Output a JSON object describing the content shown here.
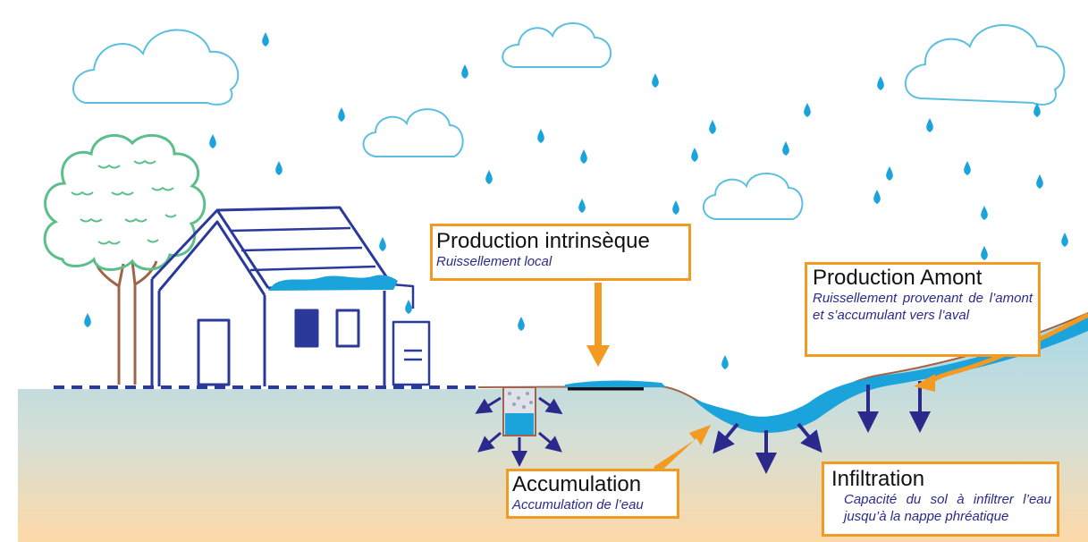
{
  "labels": {
    "production_intrinseque": {
      "title": "Production intrinsèque",
      "subtitle": "Ruissellement local"
    },
    "production_amont": {
      "title": "Production Amont",
      "subtitle": "Ruissellement provenant de l’amont et s’accumulant vers l’aval"
    },
    "infiltration": {
      "title": "Infiltration",
      "subtitle": "Capacité du sol à infiltrer l’eau jusqu’à la nappe phréatique"
    },
    "accumulation": {
      "title": "Accumulation",
      "subtitle": "Accumulation de l’eau"
    }
  },
  "colors": {
    "box_border": "#f39a22",
    "arrow_orange": "#f39a22",
    "arrow_navy": "#2b2a8c",
    "water": "#1ba3dc",
    "rain": "#1ba3dc",
    "cloud": "#5bc0e0",
    "house": "#2b3a9a",
    "tree_foliage": "#5cbf8a",
    "tree_trunk": "#a0644a",
    "sky_ground_top": "#a9d9ea",
    "ground_bottom": "#fcdcae"
  }
}
